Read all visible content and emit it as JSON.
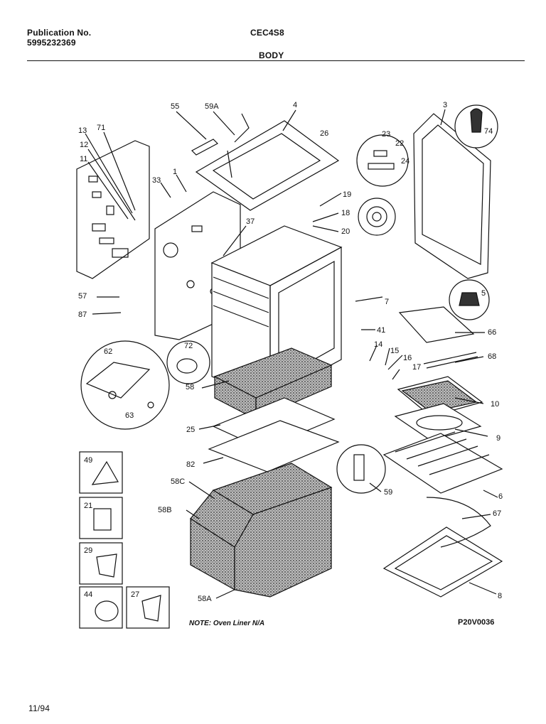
{
  "header": {
    "publication_label": "Publication No.",
    "publication_number": "5995232369",
    "model": "CEC4S8",
    "section": "BODY"
  },
  "parts": [
    {
      "id": "p55",
      "label": "55"
    },
    {
      "id": "p59a",
      "label": "59A"
    },
    {
      "id": "p4",
      "label": "4"
    },
    {
      "id": "p3",
      "label": "3"
    },
    {
      "id": "p74",
      "label": "74"
    },
    {
      "id": "p13",
      "label": "13"
    },
    {
      "id": "p71",
      "label": "71"
    },
    {
      "id": "p26",
      "label": "26"
    },
    {
      "id": "p23",
      "label": "23"
    },
    {
      "id": "p22",
      "label": "22"
    },
    {
      "id": "p24",
      "label": "24"
    },
    {
      "id": "p12",
      "label": "12"
    },
    {
      "id": "p11",
      "label": "11"
    },
    {
      "id": "p33",
      "label": "33"
    },
    {
      "id": "p1",
      "label": "1"
    },
    {
      "id": "p19",
      "label": "19"
    },
    {
      "id": "p18",
      "label": "18"
    },
    {
      "id": "p20",
      "label": "20"
    },
    {
      "id": "p37",
      "label": "37"
    },
    {
      "id": "p5",
      "label": "5"
    },
    {
      "id": "p57",
      "label": "57"
    },
    {
      "id": "p87",
      "label": "87"
    },
    {
      "id": "p7",
      "label": "7"
    },
    {
      "id": "p41",
      "label": "41"
    },
    {
      "id": "p66",
      "label": "66"
    },
    {
      "id": "p72",
      "label": "72"
    },
    {
      "id": "p62",
      "label": "62"
    },
    {
      "id": "p14",
      "label": "14"
    },
    {
      "id": "p15",
      "label": "15"
    },
    {
      "id": "p68",
      "label": "68"
    },
    {
      "id": "p16",
      "label": "16"
    },
    {
      "id": "p17",
      "label": "17"
    },
    {
      "id": "p58",
      "label": "58"
    },
    {
      "id": "p10",
      "label": "10"
    },
    {
      "id": "p63",
      "label": "63"
    },
    {
      "id": "p25",
      "label": "25"
    },
    {
      "id": "p9",
      "label": "9"
    },
    {
      "id": "p49",
      "label": "49"
    },
    {
      "id": "p82",
      "label": "82"
    },
    {
      "id": "p58c",
      "label": "58C"
    },
    {
      "id": "p59",
      "label": "59"
    },
    {
      "id": "p6",
      "label": "6"
    },
    {
      "id": "p21",
      "label": "21"
    },
    {
      "id": "p58b",
      "label": "58B"
    },
    {
      "id": "p67",
      "label": "67"
    },
    {
      "id": "p29",
      "label": "29"
    },
    {
      "id": "p8",
      "label": "8"
    },
    {
      "id": "p44",
      "label": "44"
    },
    {
      "id": "p27",
      "label": "27"
    },
    {
      "id": "p58a",
      "label": "58A"
    }
  ],
  "footer": {
    "note": "NOTE: Oven Liner N/A",
    "drawing_id": "P20V0036",
    "date": "11/94"
  }
}
